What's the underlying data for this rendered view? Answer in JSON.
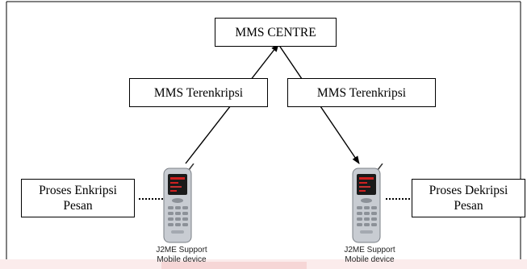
{
  "diagram": {
    "centre_label": "MMS CENTRE",
    "left_link_label": "MMS Terenkripsi",
    "right_link_label": "MMS Terenkripsi",
    "left_process": [
      "Proses Enkripsi",
      "Pesan"
    ],
    "right_process": [
      "Proses Dekripsi",
      "Pesan"
    ],
    "left_device_caption": [
      "J2ME Support",
      "Mobile device"
    ],
    "right_device_caption": [
      "J2ME Support",
      "Mobile device"
    ],
    "device_icon": "mobile-phone-icon",
    "colors": {
      "line": "#000000",
      "frame": "#000000",
      "bottom_accent": "#f3c9c9",
      "phone_body": "#c8ccd2",
      "phone_screen": "#1a1a1a",
      "phone_screen_text": "#d02020"
    }
  }
}
